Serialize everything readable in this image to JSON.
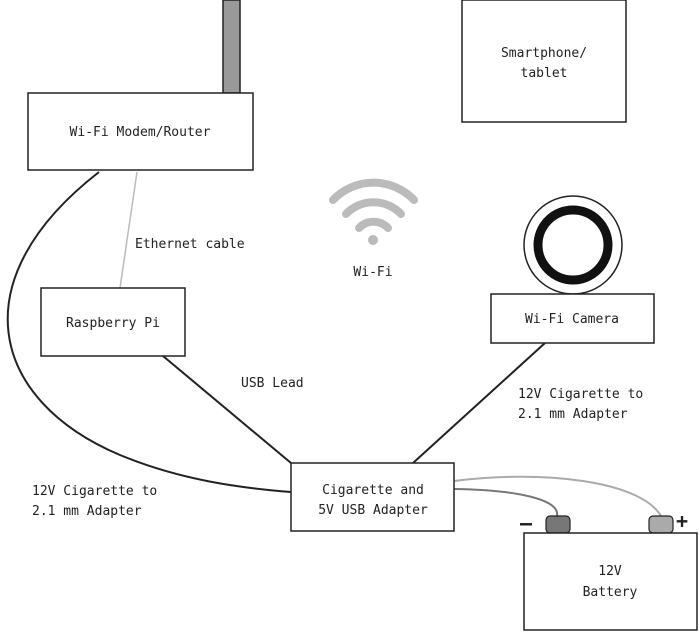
{
  "colors": {
    "stroke": "#222222",
    "ethernet": "#bbbbbb",
    "antenna": "#999999",
    "battery_pos": "#aaaaaa",
    "battery_neg": "#777777",
    "wifi_symbol": "#bbbbbb"
  },
  "nodes": {
    "router": "Wi-Fi Modem/Router",
    "smartphone": [
      "Smartphone/",
      "tablet"
    ],
    "raspberry": "Raspberry Pi",
    "camera": "Wi-Fi Camera",
    "adapter": [
      "Cigarette and",
      "5V USB Adapter"
    ],
    "battery": [
      "12V",
      "Battery"
    ]
  },
  "labels": {
    "ethernet": "Ethernet cable",
    "wifi": "Wi-Fi",
    "usb": "USB Lead",
    "cig_right": [
      "12V Cigarette to",
      "2.1 mm Adapter"
    ],
    "cig_left": [
      "12V Cigarette to",
      "2.1 mm Adapter"
    ],
    "minus": "–",
    "plus": "+"
  },
  "icons": {
    "wifi": "wifi-icon",
    "antenna": "antenna-icon",
    "camera_lens": "camera-lens-icon"
  }
}
